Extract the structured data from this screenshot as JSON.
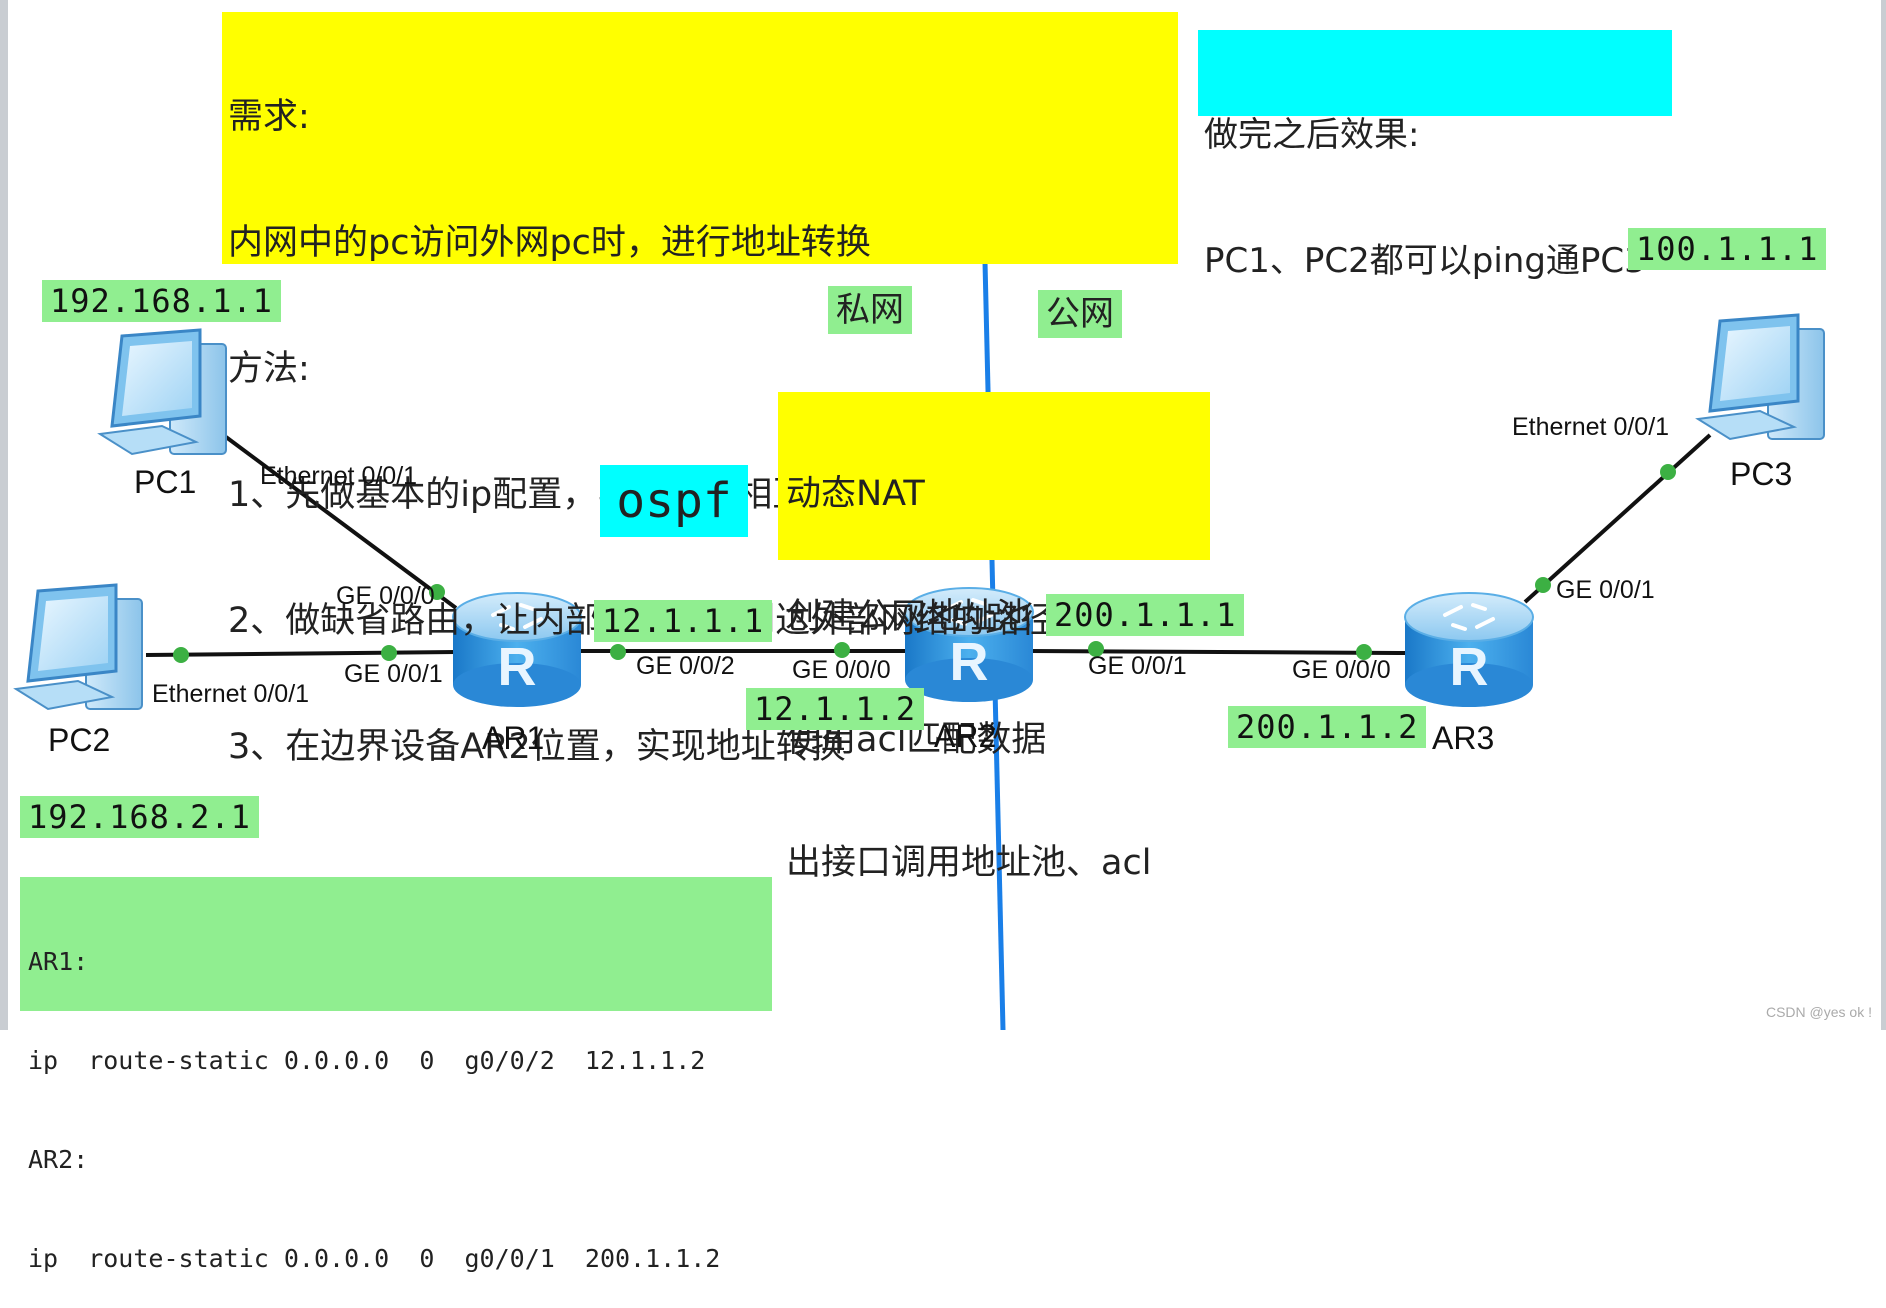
{
  "notes": {
    "requirements": [
      "需求:",
      "内网中的pc访问外网pc时，进行地址转换",
      "方法:",
      "1、先做基本的ip配置，实现内网相互通信",
      "2、做缺省路由，让内部网络拥有到达外部网络的路径",
      "3、在边界设备AR2位置，实现地址转换"
    ],
    "result": [
      "做完之后效果:",
      "PC1、PC2都可以ping通PC3"
    ],
    "nat": [
      "动态NAT",
      "创建公网地址池",
      "使用acl匹配数据",
      "出接口调用地址池、acl"
    ],
    "private_label": "私网",
    "public_label": "公网",
    "ospf_label": "ospf",
    "static_routes": [
      "AR1:",
      "ip  route-static 0.0.0.0  0  g0/0/2  12.1.1.2",
      "AR2:",
      "ip  route-static 0.0.0.0  0  g0/0/1  200.1.1.2"
    ]
  },
  "devices": {
    "pc1": "PC1",
    "pc2": "PC2",
    "pc3": "PC3",
    "ar1": "AR1",
    "ar2": "AR2",
    "ar3": "AR3",
    "router_letter": "R"
  },
  "addresses": {
    "pc1": "192.168.1.1",
    "pc2": "192.168.2.1",
    "pc3": "100.1.1.1",
    "ar1_ge002": "12.1.1.1",
    "ar2_ge000": "12.1.1.2",
    "ar2_ge001": "200.1.1.1",
    "ar3_ge000": "200.1.1.2"
  },
  "ports": {
    "pc1_eth": "Ethernet 0/0/1",
    "pc2_eth": "Ethernet 0/0/1",
    "pc3_eth": "Ethernet 0/0/1",
    "ar1_ge000": "GE 0/0/0",
    "ar1_ge001": "GE 0/0/1",
    "ar1_ge002": "GE 0/0/2",
    "ar2_ge000": "GE 0/0/0",
    "ar2_ge001": "GE 0/0/1",
    "ar3_ge000": "GE 0/0/0",
    "ar3_ge001": "GE 0/0/1"
  },
  "watermark": "CSDN @yes  ok !",
  "colors": {
    "yellow": "#ffff00",
    "cyan": "#00ffff",
    "green": "#90ee90",
    "boundary": "#1a7fe8",
    "link": "#111111",
    "port_dot": "#3cb043",
    "router": "#3aa0e0"
  }
}
